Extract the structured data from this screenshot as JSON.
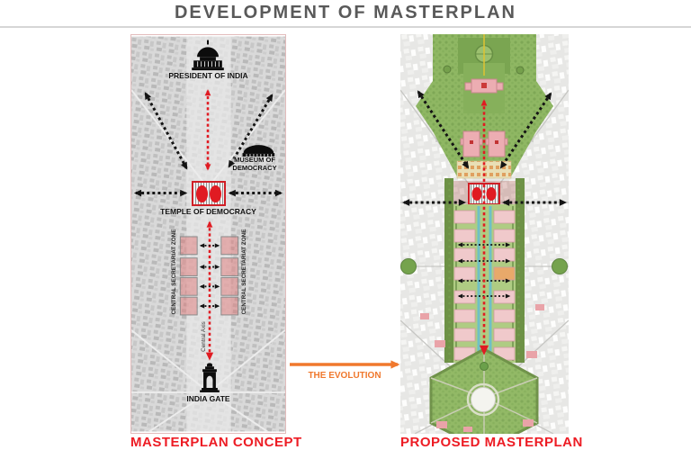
{
  "slide": {
    "title": "DEVELOPMENT OF MASTERPLAN"
  },
  "evolution": {
    "label": "THE EVOLUTION"
  },
  "concept_map": {
    "caption": "MASTERPLAN CONCEPT",
    "labels": {
      "president": "PRESIDENT OF INDIA",
      "museum": "MUSEUM OF DEMOCRACY",
      "temple": "TEMPLE OF DEMOCRACY",
      "secretariat": "CENTRAL SECRETARIAT ZONE",
      "central_axis": "Central Axis",
      "india_gate": "INDIA GATE"
    }
  },
  "proposed_map": {
    "caption": "PROPOSED MASTERPLAN"
  },
  "colors": {
    "title_gray": "#595959",
    "caption_red": "#ed1c24",
    "axis_red": "#e01b22",
    "arrow_black": "#141414",
    "evolution_orange": "#f0782d",
    "plan_green": "#8fb763",
    "plan_pink": "#ecadb2",
    "canal_teal": "#6fc0c6"
  }
}
